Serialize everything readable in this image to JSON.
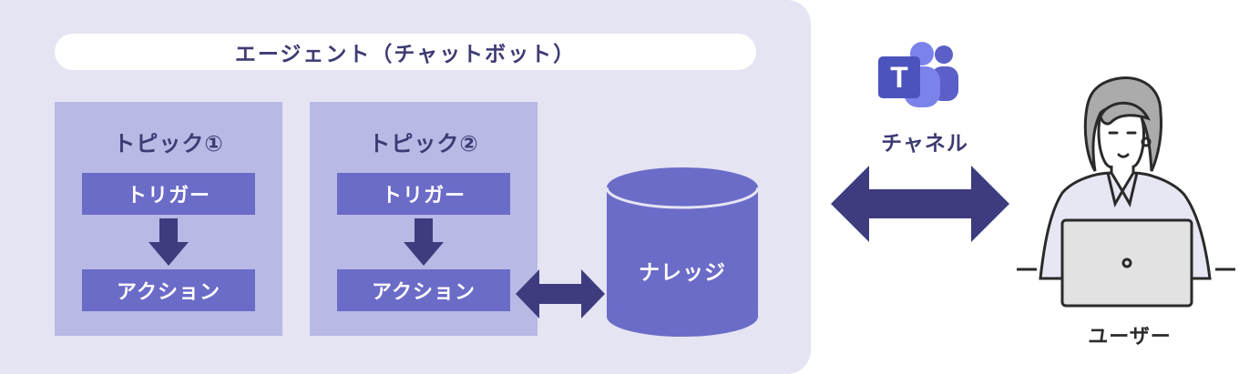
{
  "agent": {
    "title": "エージェント（チャットボット）",
    "topics": [
      {
        "title": "トピック①",
        "trigger": "トリガー",
        "action": "アクション"
      },
      {
        "title": "トピック②",
        "trigger": "トリガー",
        "action": "アクション"
      }
    ],
    "knowledge": "ナレッジ"
  },
  "channel": {
    "label": "チャネル",
    "icon": "teams-icon"
  },
  "user": {
    "label": "ユーザー"
  },
  "colors": {
    "panel_bg": "#e4e4f3",
    "topic_bg": "#b9b9e6",
    "bar": "#6b6bc8",
    "dark_navy": "#3d3b72",
    "arrow": "#3e3c7e"
  }
}
